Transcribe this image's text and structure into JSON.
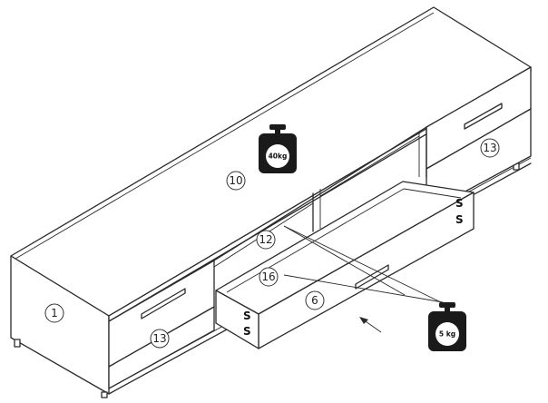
{
  "labels": {
    "part_1": "1",
    "part_10": "10",
    "part_12": "12",
    "part_16": "16",
    "part_6": "6",
    "part_13_left": "13",
    "part_13_right": "13"
  },
  "weights": {
    "top_max": "40kg",
    "drawer_max": "5 kg"
  },
  "screw_marks": {
    "right_drawer_side": [
      "S",
      "S"
    ],
    "left_drawer_side": [
      "S",
      "S"
    ]
  },
  "colors": {
    "line": "#2a2a2a",
    "weight_icon": "#1a1a1a",
    "background": "#ffffff"
  }
}
